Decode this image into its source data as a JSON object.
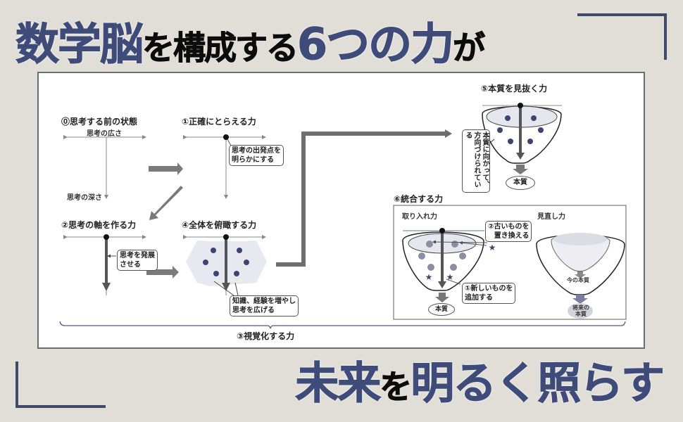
{
  "headline": {
    "part1": "数学脳",
    "part2": "を構成する",
    "part3": "6つの力",
    "part4": "が"
  },
  "tagline": {
    "part1": "未来",
    "part2": "を",
    "part3": "明るく照らす"
  },
  "colors": {
    "navy": "#3f4b78",
    "background": "#e0ded6",
    "panel": "#ffffff",
    "arrow_gray": "#707070",
    "dot": "#3d4470"
  },
  "diagram": {
    "state0": {
      "title": "⓪思考する前の状態",
      "breadth": "思考の広さ",
      "depth": "思考の深さ"
    },
    "power1": {
      "title": "①正確にとらえる力",
      "callout_line1": "思考の出発点を",
      "callout_line2": "明らかにする"
    },
    "power2": {
      "title": "②思考の軸を作る力",
      "callout_line1": "思考を発展",
      "callout_line2": "させる"
    },
    "power3": {
      "title": "③視覚化する力"
    },
    "power4": {
      "title": "④全体を俯瞰する力",
      "callout_line1": "知識、経験を増やし",
      "callout_line2": "思考を広げる"
    },
    "power5": {
      "title": "⑤本質を見抜く力",
      "callout": "本質に向かって、方向づけられている",
      "result": "本質"
    },
    "power6": {
      "title": "⑥統合する力",
      "intake": {
        "title": "取り入れ力",
        "replace_line1": "②古いものを",
        "replace_line2": "置き換える",
        "add_line1": "①新しいものを",
        "add_line2": "追加する",
        "result": "本質"
      },
      "review": {
        "title": "見直し力",
        "current": "今の本質",
        "future_line1": "将来の",
        "future_line2": "本質"
      }
    }
  }
}
